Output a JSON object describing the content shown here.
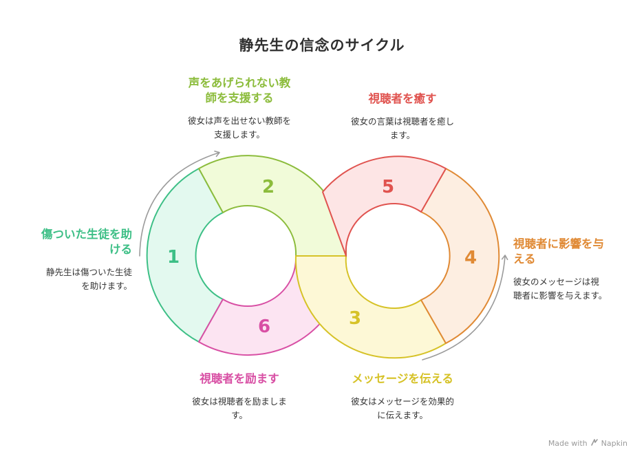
{
  "title": "静先生の信念のサイクル",
  "stages": [
    {
      "num": "1",
      "title_lines": [
        "傷ついた生徒を助",
        "ける"
      ],
      "desc_lines": [
        "静先生は傷ついた生徒",
        "を助けます。"
      ],
      "color": "#3dbf86",
      "fill": "#e3f9ef"
    },
    {
      "num": "2",
      "title_lines": [
        "声をあげられない教",
        "師を支援する"
      ],
      "desc_lines": [
        "彼女は声を出せない教師を",
        "支援します。"
      ],
      "color": "#8cbc3c",
      "fill": "#f1fbd9"
    },
    {
      "num": "3",
      "title_lines": [
        "メッセージを伝える"
      ],
      "desc_lines": [
        "彼女はメッセージを効果的",
        "に伝えます。"
      ],
      "color": "#d6c227",
      "fill": "#fdf8d6"
    },
    {
      "num": "4",
      "title_lines": [
        "視聴者に影響を与",
        "える"
      ],
      "desc_lines": [
        "彼女のメッセージは視",
        "聴者に影響を与えます。"
      ],
      "color": "#e08a35",
      "fill": "#fdeee1"
    },
    {
      "num": "5",
      "title_lines": [
        "視聴者を癒す"
      ],
      "desc_lines": [
        "彼女の言葉は視聴者を癒し",
        "ます。"
      ],
      "color": "#e0534f",
      "fill": "#fde5e5"
    },
    {
      "num": "6",
      "title_lines": [
        "視聴者を励ます"
      ],
      "desc_lines": [
        "彼女は視聴者を励ましま",
        "す。"
      ],
      "color": "#d84fa4",
      "fill": "#fce4f2"
    }
  ],
  "footer": {
    "label": "Made with",
    "brand": "Napkin",
    "icon": "napkin-logo-icon"
  }
}
